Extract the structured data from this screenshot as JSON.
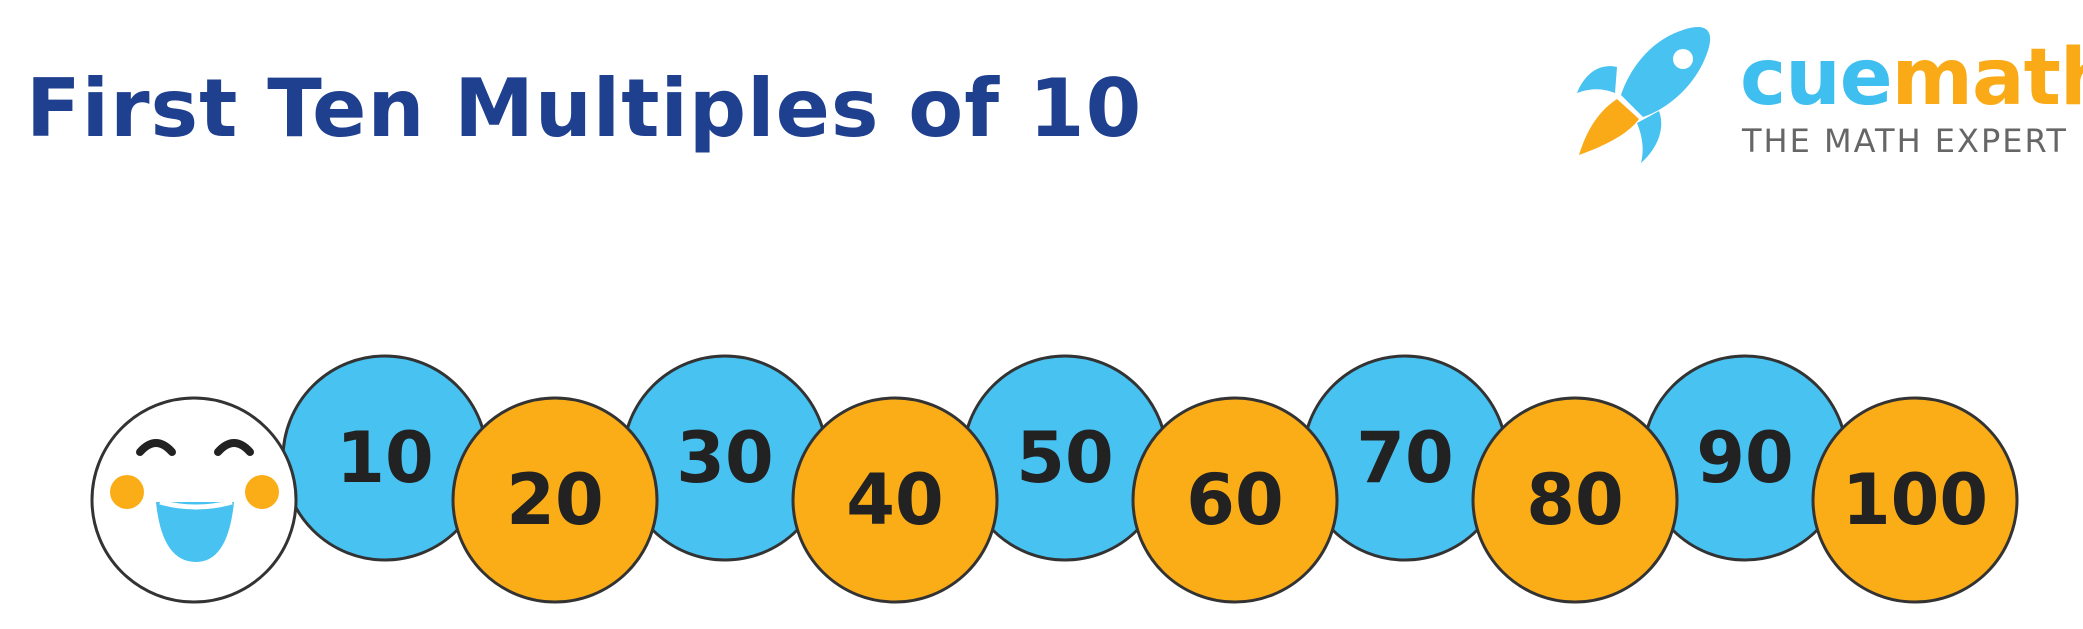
{
  "title": "First Ten Multiples of 10",
  "logo": {
    "brand_part1": "cue",
    "brand_part2": "math",
    "tagline": "THE MATH EXPERT",
    "icon": "rocket-icon"
  },
  "caterpillar": {
    "head_icon": "smiling-face-icon",
    "multiples": [
      "10",
      "20",
      "30",
      "40",
      "50",
      "60",
      "70",
      "80",
      "90",
      "100"
    ]
  },
  "colors": {
    "blue": "#47c2f1",
    "orange": "#fbad18",
    "title": "#1f3f8f",
    "outline": "#333333"
  }
}
